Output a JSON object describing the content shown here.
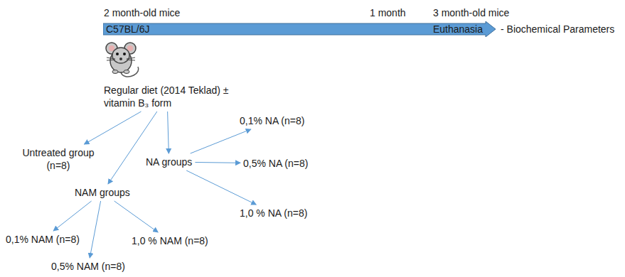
{
  "diagram": {
    "nodes": [
      {
        "text": [
          "C57BL/6J",
          "Euthanasia"
        ]
      },
      {
        "text": [
          "Regular diet  (2014 Teklad) ± vitamin B₃ form"
        ]
      },
      {
        "text": [
          "Untreated group (n=8)"
        ]
      },
      {
        "text": [
          "NAM groups"
        ]
      },
      {
        "text": [
          "NA groups"
        ]
      },
      {
        "text": [
          "0,1% NA (n=8)"
        ]
      },
      {
        "text": [
          "0,5% NA (n=8)"
        ]
      },
      {
        "text": [
          "1,0 % NA (n=8)"
        ]
      },
      {
        "text": [
          "0,1% NAM (n=8)"
        ]
      },
      {
        "text": [
          "0,5% NAM (n=8)"
        ]
      },
      {
        "text": [
          "1,0 % NAM (n=8)"
        ]
      }
    ],
    "edges": [
      {
        "from": 1,
        "to": 2,
        "arrow": "to"
      },
      {
        "from": 1,
        "to": 3,
        "arrow": "to"
      },
      {
        "from": 1,
        "to": 4,
        "arrow": "to"
      },
      {
        "from": 4,
        "to": 5,
        "arrow": "to"
      },
      {
        "from": 4,
        "to": 6,
        "arrow": "to"
      },
      {
        "from": 4,
        "to": 7,
        "arrow": "to"
      },
      {
        "from": 3,
        "to": 8,
        "arrow": "to"
      },
      {
        "from": 3,
        "to": 9,
        "arrow": "to"
      },
      {
        "from": 3,
        "to": 10,
        "arrow": "to"
      }
    ],
    "labels": [
      "2 month-old mice",
      "1 month",
      "3 month-old mice",
      "- Biochemical Parameters"
    ]
  }
}
